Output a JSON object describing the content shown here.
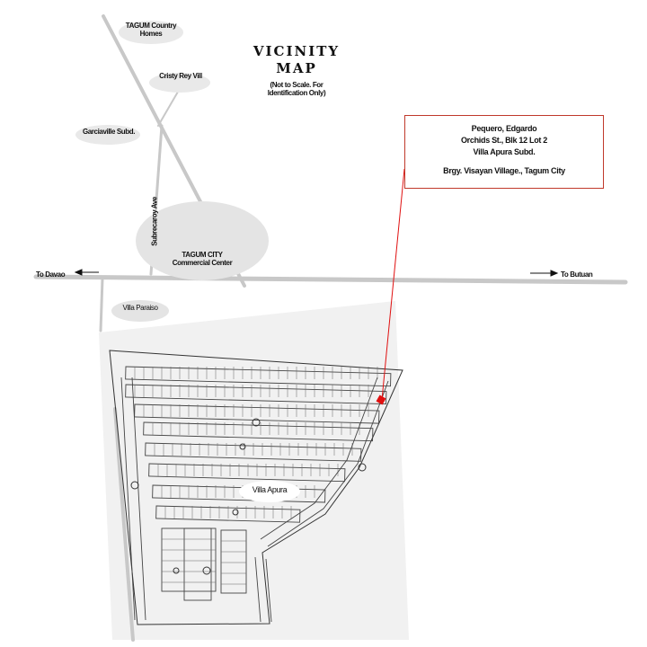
{
  "title": {
    "line1": "VICINITY",
    "line2": "MAP",
    "note1": "(Not to Scale. For",
    "note2": "Identification Only)"
  },
  "places": {
    "tagum_country_homes_1": "TAGUM Country",
    "tagum_country_homes_2": "Homes",
    "cristy_rey_vill": "Cristy Rey Vill",
    "garciaville_subd": "Garciaville Subd.",
    "subrecaroy_ave": "Subrecaroy Ave",
    "tagum_city_1": "TAGUM CITY",
    "tagum_city_2": "Commercial Center",
    "villa_paraiso": "Villa Paraiso",
    "villa_apura": "Villa Apura"
  },
  "directions": {
    "left": "To Davao",
    "right": "To Butuan"
  },
  "owner": {
    "name": "Pequero, Edgardo",
    "address1": "Orchids St.,  Blk  12  Lot  2",
    "address2": "Villa Apura  Subd.",
    "address3": "Brgy. Visayan Village., Tagum City"
  },
  "colors": {
    "road": "#c8c8c8",
    "ellipse": "#e4e4e4",
    "marker": "#e01010",
    "box_border": "#c0392b",
    "plan_bg": "#f1f1f1"
  }
}
